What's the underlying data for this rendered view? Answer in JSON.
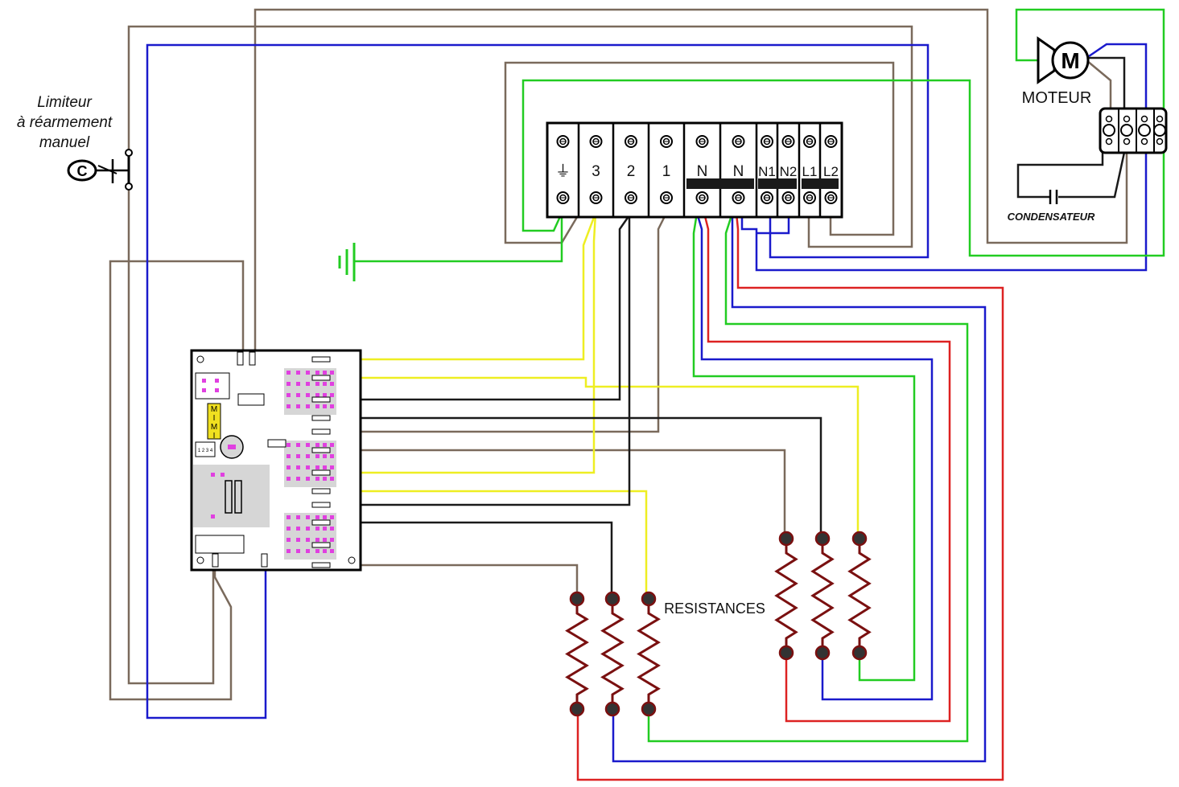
{
  "labels": {
    "limiter": [
      "Limiteur",
      "à réarmement",
      "manuel"
    ],
    "motor_symbol": "M",
    "motor": "MOTEUR",
    "capacitor": "CONDENSATEUR",
    "resistances": "RESISTANCES",
    "board_mim": [
      "M",
      "I",
      "M",
      "I"
    ],
    "board_dip": "1 2 3 4"
  },
  "terminal_block": {
    "terminals": [
      "⏚",
      "3",
      "2",
      "1",
      "N",
      "N",
      "N1",
      "N2",
      "L1",
      "L2"
    ]
  },
  "colors": {
    "brown": "#7a6a5c",
    "blue": "#1a1acc",
    "green": "#22cc22",
    "yellow": "#eeee22",
    "black": "#1a1a1a",
    "red": "#dd2222",
    "resistor": "#7a1010",
    "board_chip": "#d6d6d6",
    "board_pad": "#e040e0",
    "board_label": "#f0e020"
  }
}
